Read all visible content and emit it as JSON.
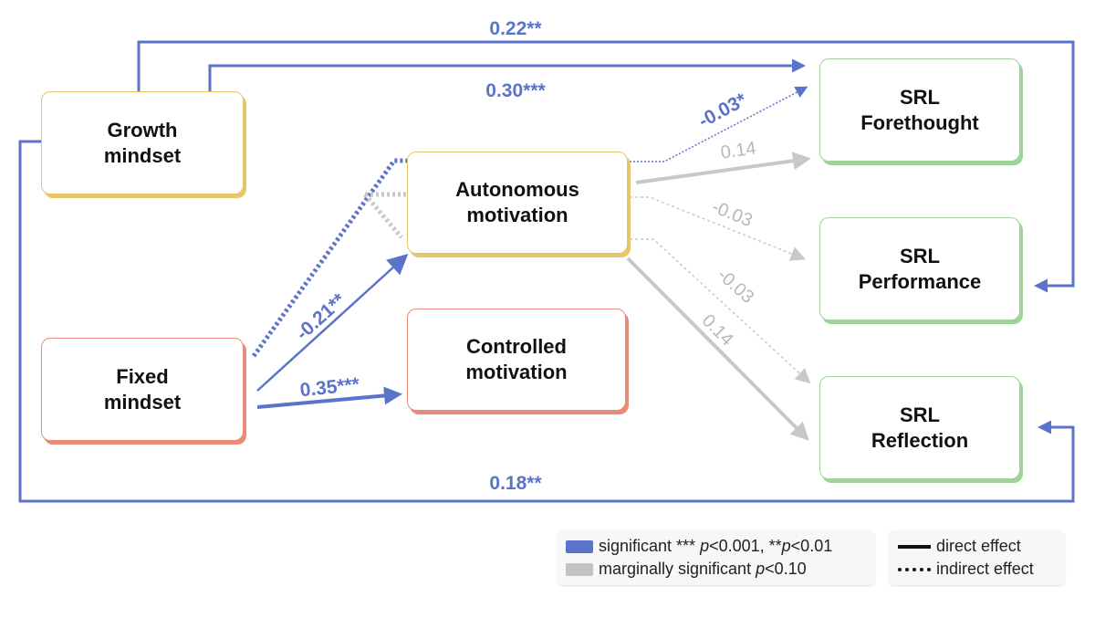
{
  "colors": {
    "significant": "#5b73c9",
    "marginal": "#c3c3c3",
    "growth_border": "#e6c66b",
    "fixed_border": "#ec8a78",
    "autonomous_border": "#e6c66b",
    "controlled_border": "#ec8a78",
    "srl_border": "#9fd39a"
  },
  "nodes": {
    "growth": {
      "line1": "Growth",
      "line2": "mindset"
    },
    "fixed": {
      "line1": "Fixed",
      "line2": "mindset"
    },
    "autonomous": {
      "line1": "Autonomous",
      "line2": "motivation"
    },
    "controlled": {
      "line1": "Controlled",
      "line2": "motivation"
    },
    "forethought": {
      "line1": "SRL",
      "line2": "Forethought"
    },
    "performance": {
      "line1": "SRL",
      "line2": "Performance"
    },
    "reflection": {
      "line1": "SRL",
      "line2": "Reflection"
    }
  },
  "paths": {
    "growth_performance": "0.22**",
    "growth_forethought": "0.30***",
    "auto_forethought_sig": "-0.03*",
    "auto_forethought_marg": "0.14",
    "auto_performance": "-0.03",
    "auto_reflection_ind": "-0.03",
    "auto_reflection_dir": "0.14",
    "fixed_autonomous": "-0.21**",
    "fixed_controlled": "0.35***",
    "growth_reflection": "0.18**"
  },
  "legend": {
    "significant": "significant *** ",
    "significant_p1": "p",
    "significant_mid": "<0.001, **",
    "significant_p2": "p",
    "significant_end": "<0.01",
    "marginal": "marginally significant ",
    "marginal_p": "p",
    "marginal_end": "<0.10",
    "direct": "direct effect",
    "indirect": "indirect effect"
  }
}
